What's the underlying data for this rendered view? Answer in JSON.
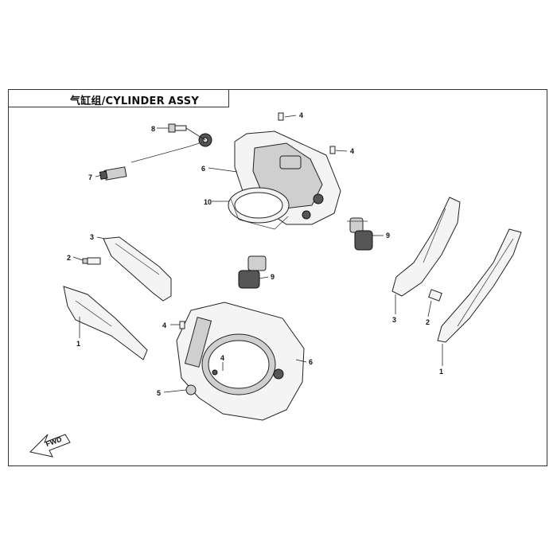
{
  "title": "气缸组/CYLINDER ASSY",
  "fwd_label": "FWD",
  "callouts": {
    "c1_left": "1",
    "c1_right": "1",
    "c2_left": "2",
    "c2_right": "2",
    "c3_left": "3",
    "c3_right": "3",
    "c4_top": "4",
    "c4_right": "4",
    "c4_mid": "4",
    "c4_bore": "4",
    "c5": "5",
    "c6_top": "6",
    "c6_bottom": "6",
    "c7": "7",
    "c8": "8",
    "c9_upper": "9",
    "c9_lower": "9",
    "c10": "10"
  }
}
